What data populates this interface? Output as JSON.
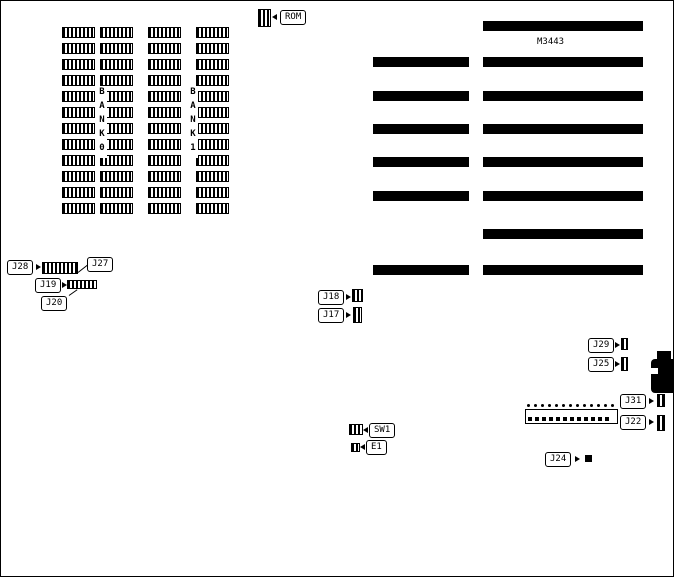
{
  "board": {
    "model": "M3443",
    "rom_label": "ROM",
    "memory": {
      "bank0_label": "BANK0",
      "bank1_label": "BANK1"
    },
    "connector_labels": {
      "j28": "J28",
      "j27": "J27",
      "j19": "J19",
      "j20": "J20",
      "j18": "J18",
      "j17": "J17",
      "j29": "J29",
      "j25": "J25",
      "j31": "J31",
      "j22": "J22",
      "sw1": "SW1",
      "e1": "E1",
      "j24": "J24"
    }
  }
}
